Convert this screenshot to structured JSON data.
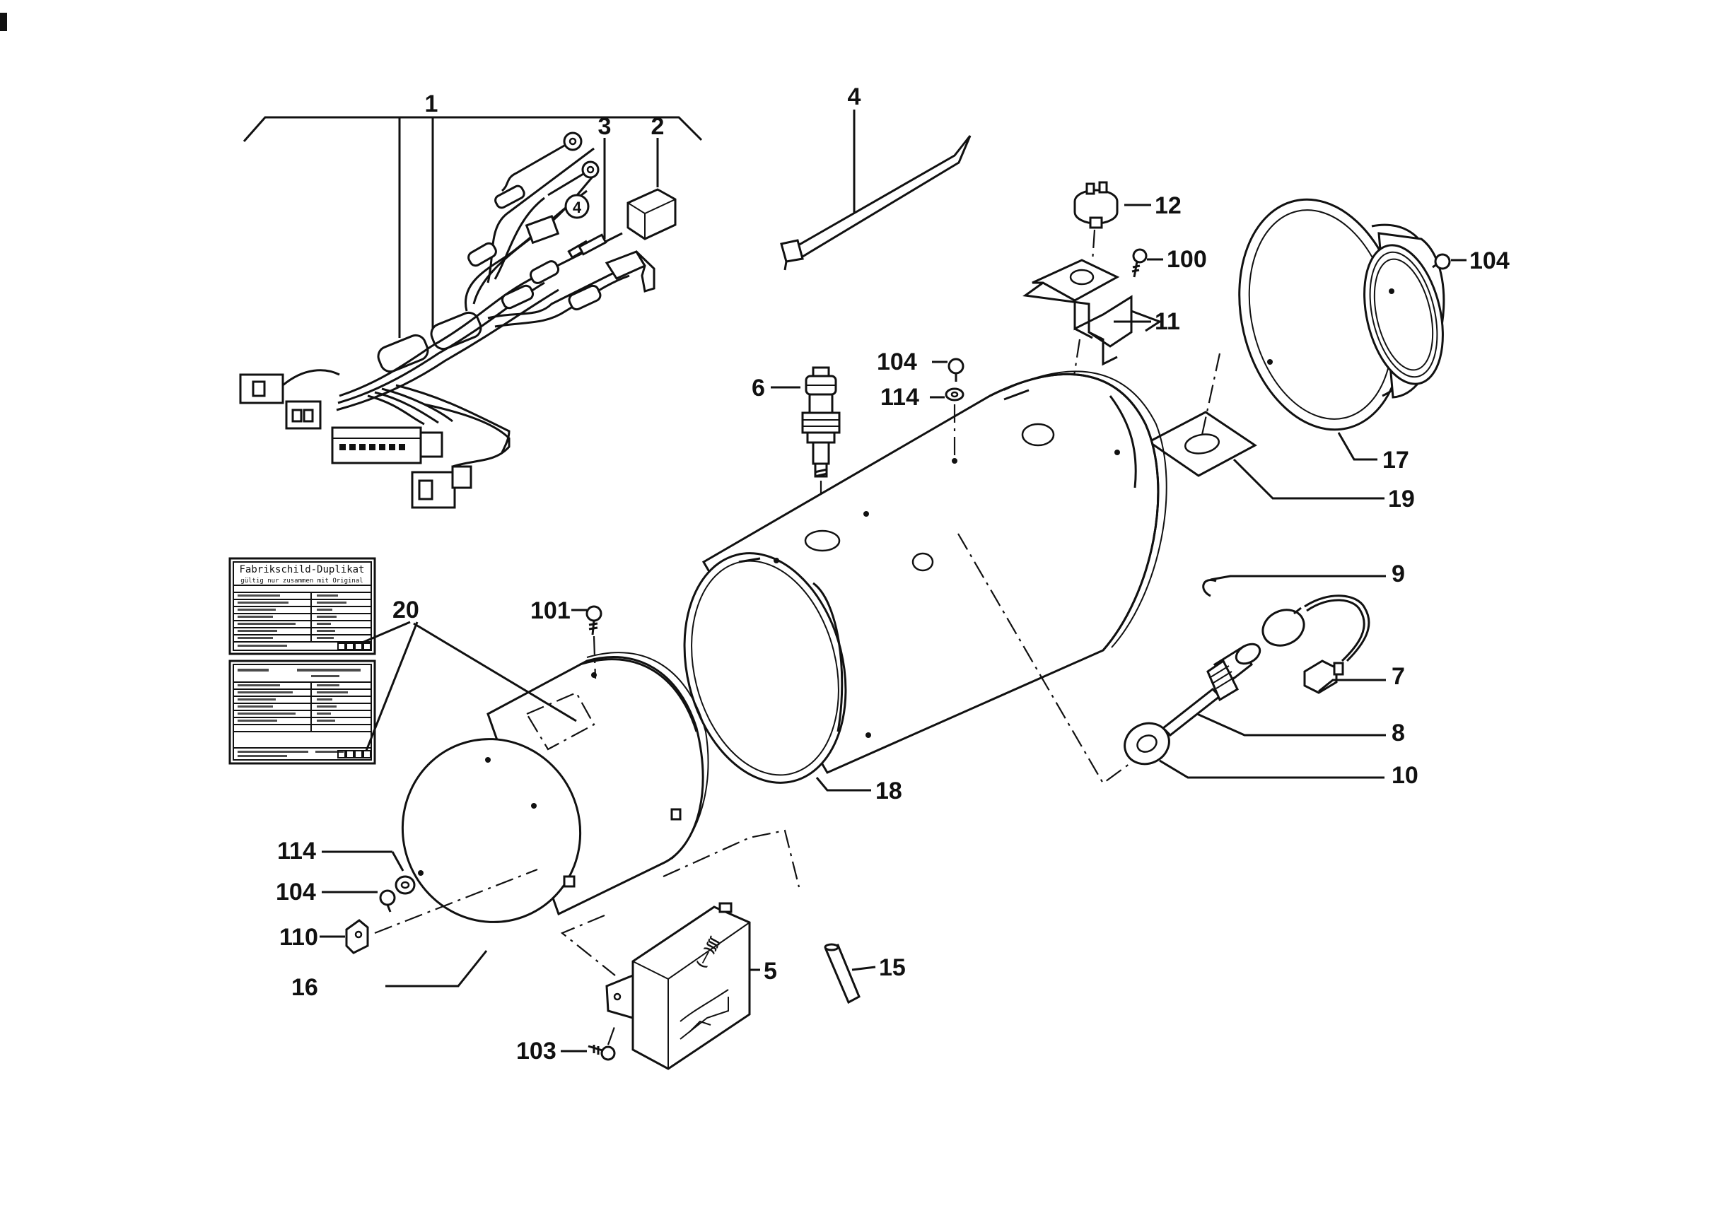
{
  "plates": {
    "top": {
      "header": "Fabrikschild-Duplikat",
      "subheader": "gültig nur zusammen mit Original"
    }
  },
  "callouts": [
    {
      "id": "c1",
      "label": "1"
    },
    {
      "id": "c2",
      "label": "2"
    },
    {
      "id": "c3",
      "label": "3"
    },
    {
      "id": "c4",
      "label": "4"
    },
    {
      "id": "c5",
      "label": "5"
    },
    {
      "id": "c6",
      "label": "6"
    },
    {
      "id": "c7",
      "label": "7"
    },
    {
      "id": "c8",
      "label": "8"
    },
    {
      "id": "c9",
      "label": "9"
    },
    {
      "id": "c10",
      "label": "10"
    },
    {
      "id": "c11",
      "label": "11"
    },
    {
      "id": "c12",
      "label": "12"
    },
    {
      "id": "c15",
      "label": "15"
    },
    {
      "id": "c16",
      "label": "16"
    },
    {
      "id": "c17",
      "label": "17"
    },
    {
      "id": "c18",
      "label": "18"
    },
    {
      "id": "c19",
      "label": "19"
    },
    {
      "id": "c20",
      "label": "20"
    },
    {
      "id": "c100",
      "label": "100"
    },
    {
      "id": "c101",
      "label": "101"
    },
    {
      "id": "c103",
      "label": "103"
    },
    {
      "id": "c104a",
      "label": "104"
    },
    {
      "id": "c104b",
      "label": "104"
    },
    {
      "id": "c104c",
      "label": "104"
    },
    {
      "id": "c110",
      "label": "110"
    },
    {
      "id": "c114a",
      "label": "114"
    },
    {
      "id": "c114b",
      "label": "114"
    }
  ]
}
